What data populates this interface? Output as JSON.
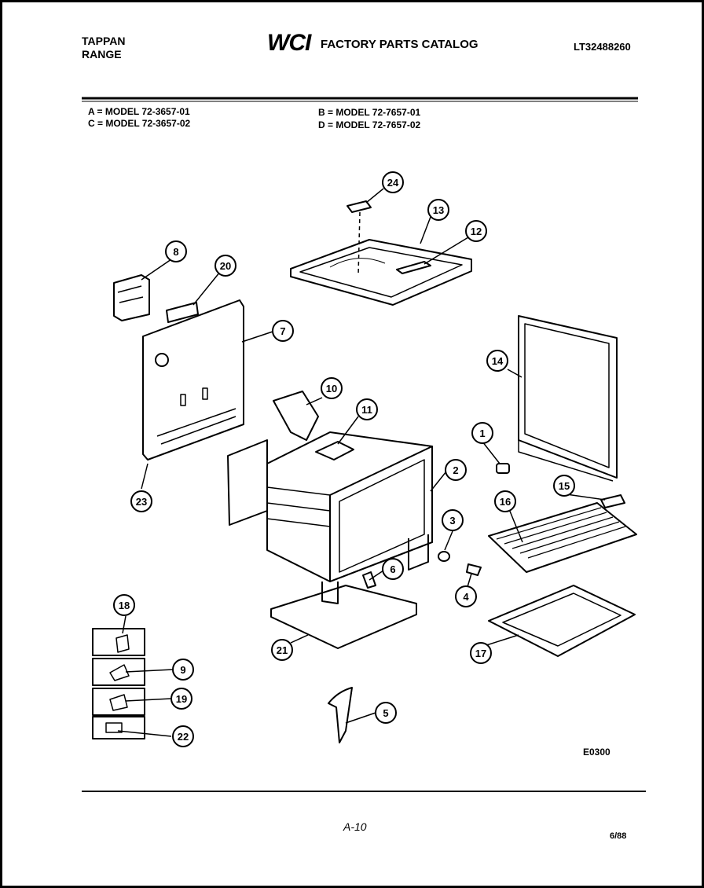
{
  "header": {
    "brand_line1": "TAPPAN",
    "brand_line2": "RANGE",
    "logo": "WCI",
    "catalog_title": "FACTORY PARTS CATALOG",
    "catalog_number": "LT32488260"
  },
  "models": {
    "a": "A = MODEL 72-3657-01",
    "c": "C = MODEL 72-3657-02",
    "b": "B = MODEL 72-7657-01",
    "d": "D = MODEL 72-7657-02"
  },
  "callouts": [
    "24",
    "13",
    "12",
    "8",
    "20",
    "7",
    "14",
    "10",
    "11",
    "1",
    "2",
    "15",
    "16",
    "23",
    "3",
    "6",
    "4",
    "18",
    "9",
    "19",
    "22",
    "21",
    "17",
    "5"
  ],
  "footer": {
    "figure_code": "E0300",
    "page_number": "A-10",
    "date": "6/88"
  }
}
